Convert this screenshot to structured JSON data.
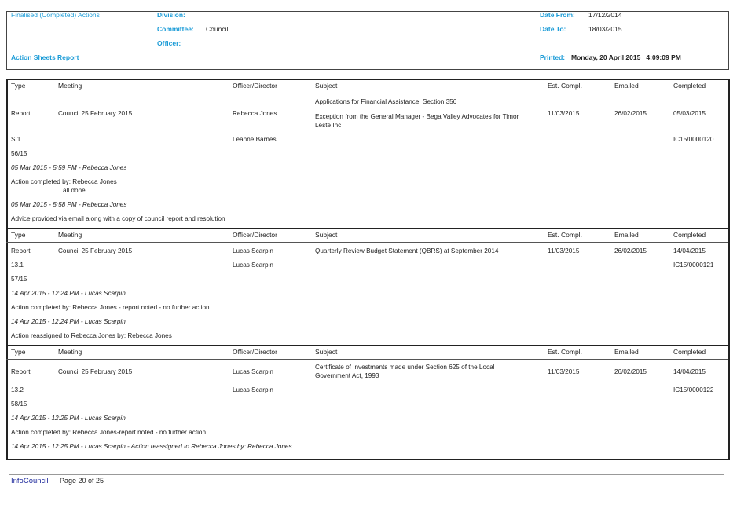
{
  "header": {
    "report_status": "Finalised (Completed) Actions",
    "report_title": "Action Sheets Report",
    "division_label": "Division:",
    "committee_label": "Committee:",
    "committee_value": "Council",
    "officer_label": "Officer:",
    "date_from_label": "Date From:",
    "date_from_value": "17/12/2014",
    "date_to_label": "Date To:",
    "date_to_value": "18/03/2015",
    "printed_label": "Printed:",
    "printed_value": "Monday, 20 April 2015   4:09:09 PM"
  },
  "columns": {
    "type": "Type",
    "meeting": "Meeting",
    "officer": "Officer/Director",
    "subject": "Subject",
    "est": "Est. Compl.",
    "emailed": "Emailed",
    "completed": "Completed"
  },
  "records": [
    {
      "type": "Report",
      "meeting": "Council 25 February 2015",
      "officer": "Rebecca Jones",
      "officer2": "Leanne Barnes",
      "subject_heading": "Applications for Financial Assistance: Section 356",
      "subject": "Exception from the General Manager - Bega Valley Advocates for Timor Leste Inc",
      "est": "11/03/2015",
      "emailed": "26/02/2015",
      "completed": "05/03/2015",
      "item": "S.1",
      "resolution": "56/15",
      "ref": "IC15/0000120",
      "log": [
        {
          "stamp": "05 Mar 2015 - 5:59 PM - Rebecca Jones",
          "text": "Action completed by: Rebecca Jones",
          "note": "all done"
        },
        {
          "stamp": "05 Mar 2015 - 5:58 PM - Rebecca Jones",
          "text": "Advice provided via email along with a copy of council report and resolution"
        }
      ]
    },
    {
      "type": "Report",
      "meeting": "Council 25 February 2015",
      "officer": "Lucas Scarpin",
      "officer2": "Lucas Scarpin",
      "subject": "Quarterly Review Budget Statement (QBRS) at September 2014",
      "est": "11/03/2015",
      "emailed": "26/02/2015",
      "completed": "14/04/2015",
      "item": "13.1",
      "resolution": "57/15",
      "ref": "IC15/0000121",
      "log": [
        {
          "stamp": "14 Apr 2015 - 12:24 PM - Lucas Scarpin",
          "text": "Action completed by: Rebecca Jones - report noted - no further action"
        },
        {
          "stamp": "14 Apr 2015 - 12:24 PM - Lucas Scarpin",
          "text": "Action reassigned to Rebecca Jones by: Rebecca Jones"
        }
      ]
    },
    {
      "type": "Report",
      "meeting": "Council 25 February 2015",
      "officer": "Lucas Scarpin",
      "officer2": "Lucas Scarpin",
      "subject": "Certificate of Investments made under Section 625 of the Local Government Act, 1993",
      "est": "11/03/2015",
      "emailed": "26/02/2015",
      "completed": "14/04/2015",
      "item": "13.2",
      "resolution": "58/15",
      "ref": "IC15/0000122",
      "log": [
        {
          "stamp": "14 Apr 2015 - 12:25 PM - Lucas Scarpin",
          "text": "Action completed by: Rebecca Jones-report noted - no further action"
        },
        {
          "stamp": "14 Apr 2015 - 12:25 PM - Lucas Scarpin - Action reassigned to Rebecca Jones by: Rebecca Jones"
        }
      ]
    }
  ],
  "footer": {
    "brand": "InfoCouncil",
    "page": "Page 20 of 25"
  }
}
